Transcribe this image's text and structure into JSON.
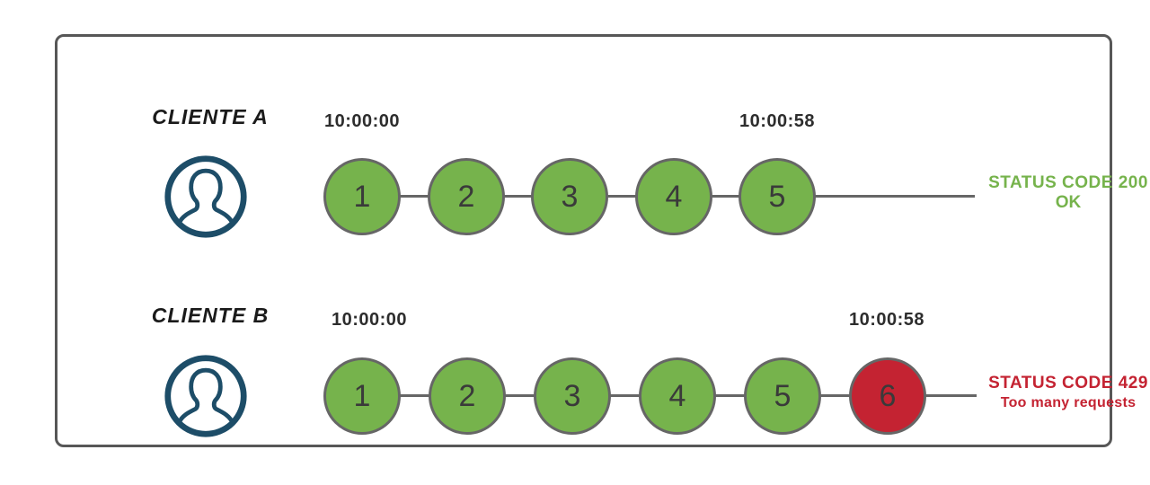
{
  "diagram_title": "rate-limit-comparison",
  "colors": {
    "frame_border": "#575757",
    "connector_gray": "#666666",
    "circle_border": "#666666",
    "success_green": "#76b34c",
    "error_red": "#c42332",
    "icon_navy": "#1d4d68",
    "timestamp_text": "#2d2d2d",
    "label_text": "#1a1a1a",
    "number_text": "#3a3a3a"
  },
  "clients": [
    {
      "name": "CLIENTE A",
      "start_time": "10:00:00",
      "end_time": "10:00:58",
      "requests": [
        {
          "label": "1",
          "state": "accepted"
        },
        {
          "label": "2",
          "state": "accepted"
        },
        {
          "label": "3",
          "state": "accepted"
        },
        {
          "label": "4",
          "state": "accepted"
        },
        {
          "label": "5",
          "state": "accepted"
        }
      ],
      "status": {
        "line1": "STATUS CODE 200",
        "line2": "OK"
      }
    },
    {
      "name": "CLIENTE B",
      "start_time": "10:00:00",
      "end_time": "10:00:58",
      "requests": [
        {
          "label": "1",
          "state": "accepted"
        },
        {
          "label": "2",
          "state": "accepted"
        },
        {
          "label": "3",
          "state": "accepted"
        },
        {
          "label": "4",
          "state": "accepted"
        },
        {
          "label": "5",
          "state": "accepted"
        },
        {
          "label": "6",
          "state": "rejected"
        }
      ],
      "status": {
        "line1": "STATUS CODE 429",
        "line2": "Too many requests"
      }
    }
  ]
}
